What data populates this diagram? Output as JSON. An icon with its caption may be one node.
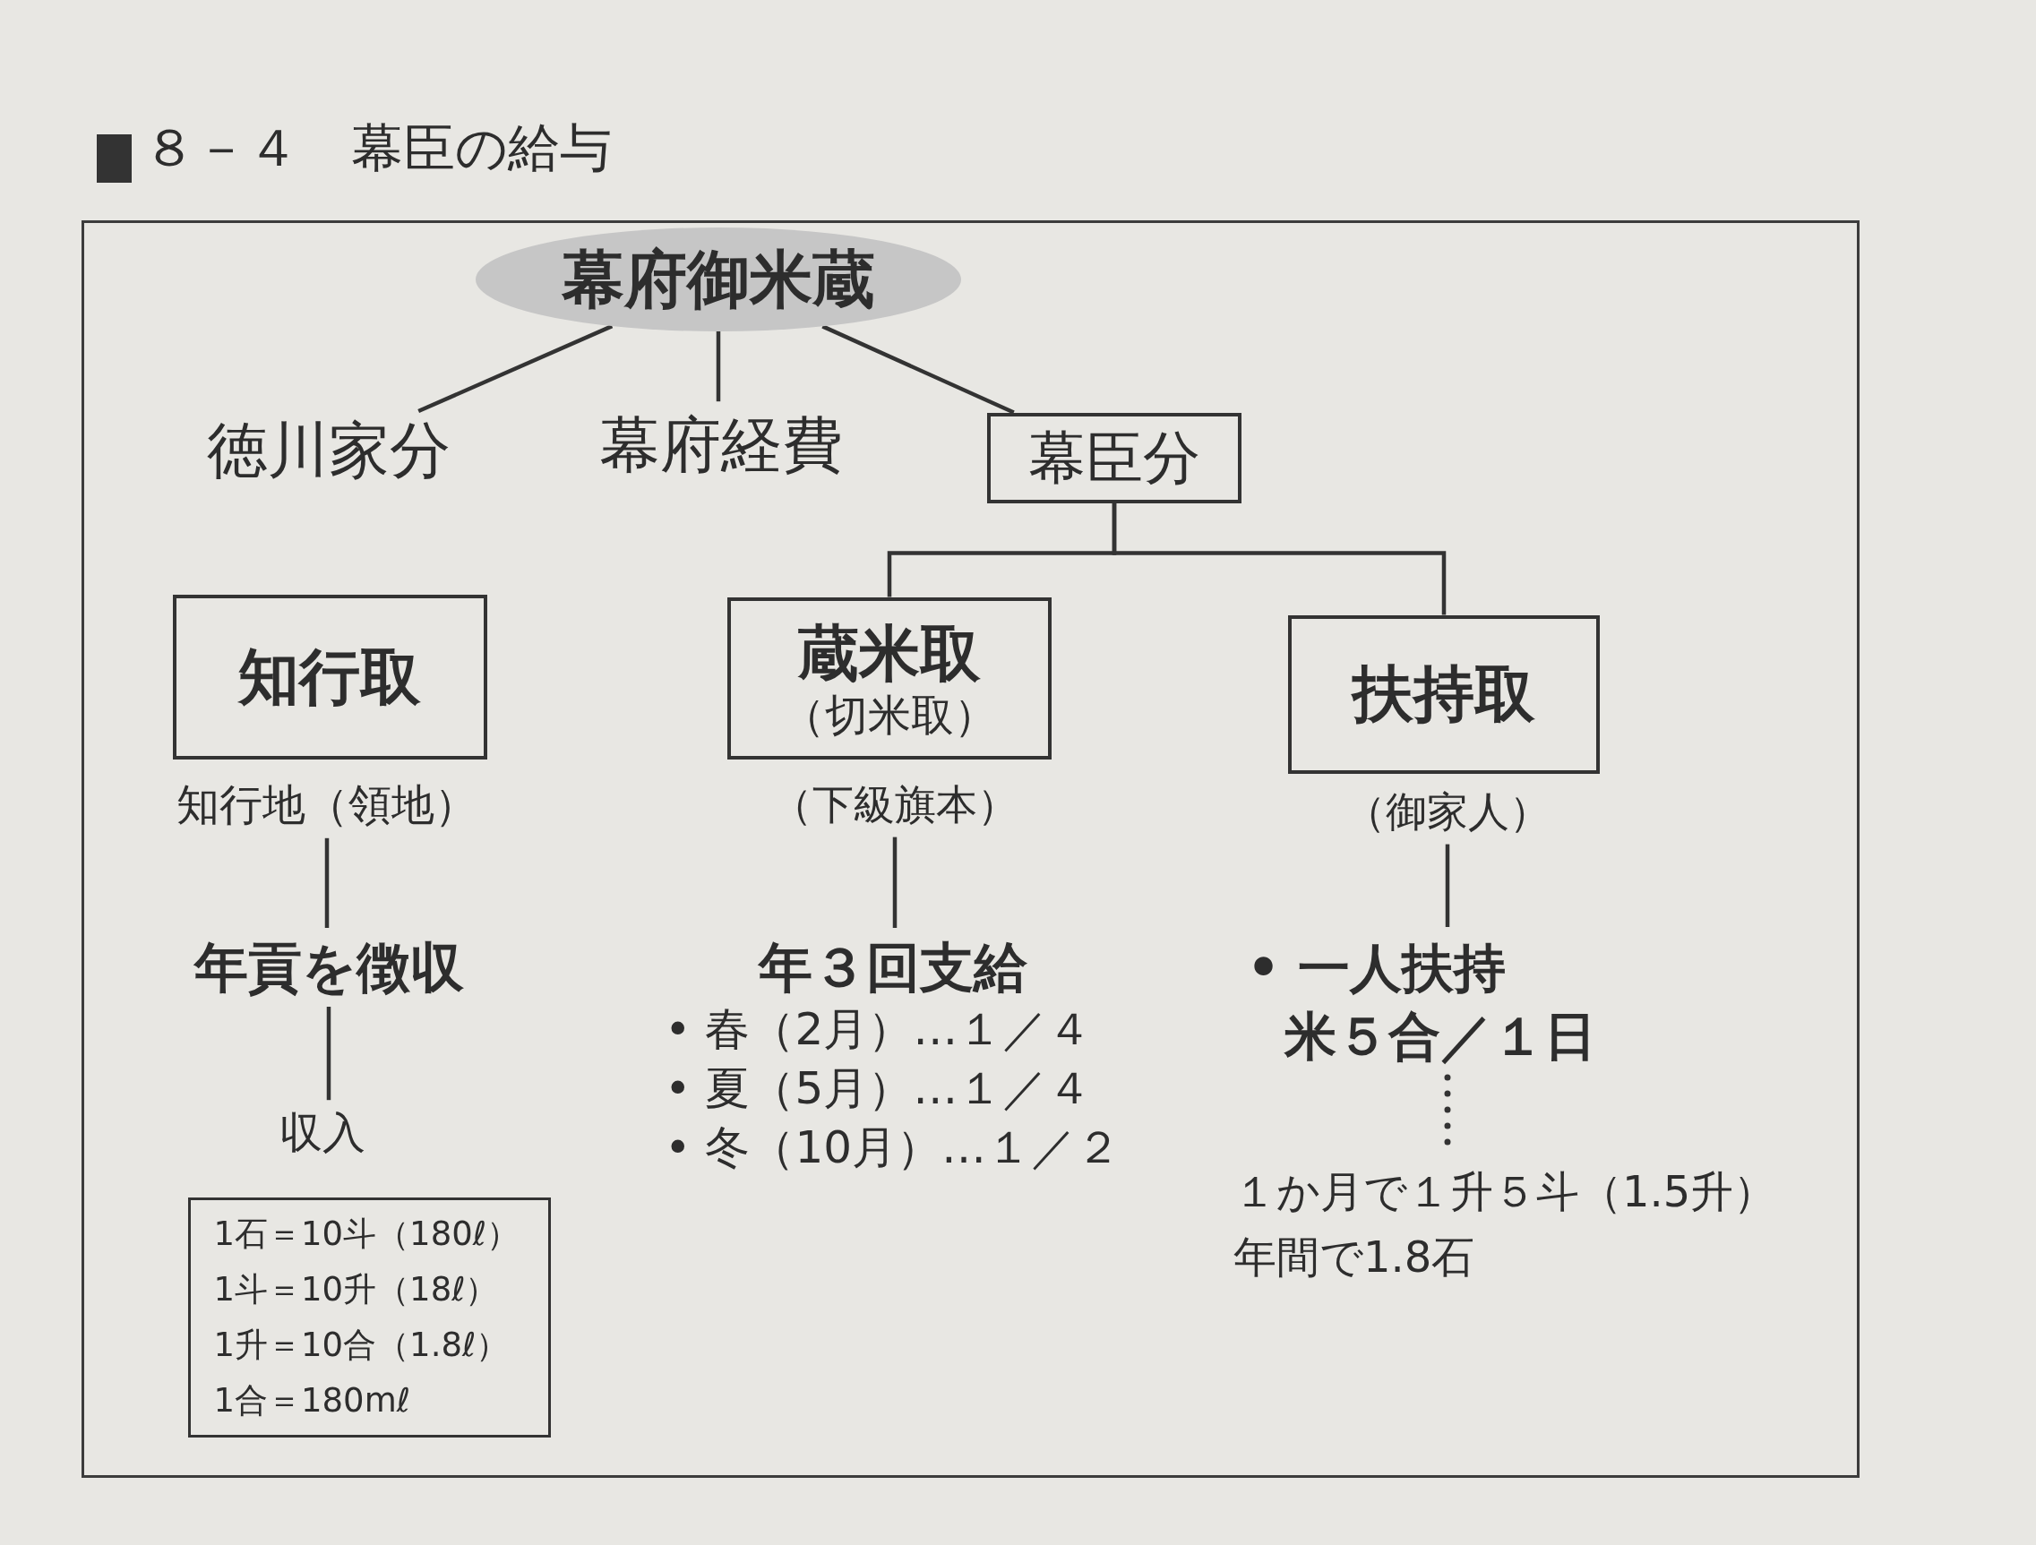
{
  "diagram": {
    "title": "８－４　幕臣の給与",
    "nodes": [
      {
        "text": [
          "幕府御米蔵"
        ]
      },
      {
        "text": [
          "徳川家分"
        ]
      },
      {
        "text": [
          "幕府経費"
        ]
      },
      {
        "text": [
          "幕臣分"
        ]
      },
      {
        "text": [
          "知行取"
        ]
      },
      {
        "text": [
          "蔵米取",
          "（切米取）"
        ]
      },
      {
        "text": [
          "扶持取"
        ]
      },
      {
        "text": [
          "知行地（領地）"
        ]
      },
      {
        "text": [
          "（下級旗本）"
        ]
      },
      {
        "text": [
          "（御家人）"
        ]
      },
      {
        "text": [
          "年貢を徴収"
        ]
      },
      {
        "text": [
          "年３回支給",
          "• 春（2月）…１／４",
          "• 夏（5月）…１／４",
          "• 冬（10月）…１／２"
        ]
      },
      {
        "text": [
          "• 一人扶持",
          "米５合／１日"
        ]
      },
      {
        "text": [
          "収入"
        ]
      },
      {
        "text": [
          "１か月で１升５斗（1.5升）",
          "年間で1.8石"
        ]
      },
      {
        "text": [
          "1石＝10斗（180ℓ）",
          "1斗＝10升（18ℓ）",
          "1升＝10合（1.8ℓ）",
          "1合＝180mℓ"
        ]
      }
    ],
    "edges": [
      {
        "from": 0,
        "to": 1,
        "arrow": "none"
      },
      {
        "from": 0,
        "to": 2,
        "arrow": "none"
      },
      {
        "from": 0,
        "to": 3,
        "arrow": "none"
      },
      {
        "from": 3,
        "to": 5,
        "arrow": "none"
      },
      {
        "from": 3,
        "to": 6,
        "arrow": "none"
      },
      {
        "from": 7,
        "to": 10,
        "arrow": "none"
      },
      {
        "from": 10,
        "to": 13,
        "arrow": "none"
      },
      {
        "from": 8,
        "to": 11,
        "arrow": "none"
      },
      {
        "from": 9,
        "to": 12,
        "arrow": "none"
      },
      {
        "from": 12,
        "to": 14,
        "arrow": "none",
        "style": "dashed"
      }
    ]
  }
}
